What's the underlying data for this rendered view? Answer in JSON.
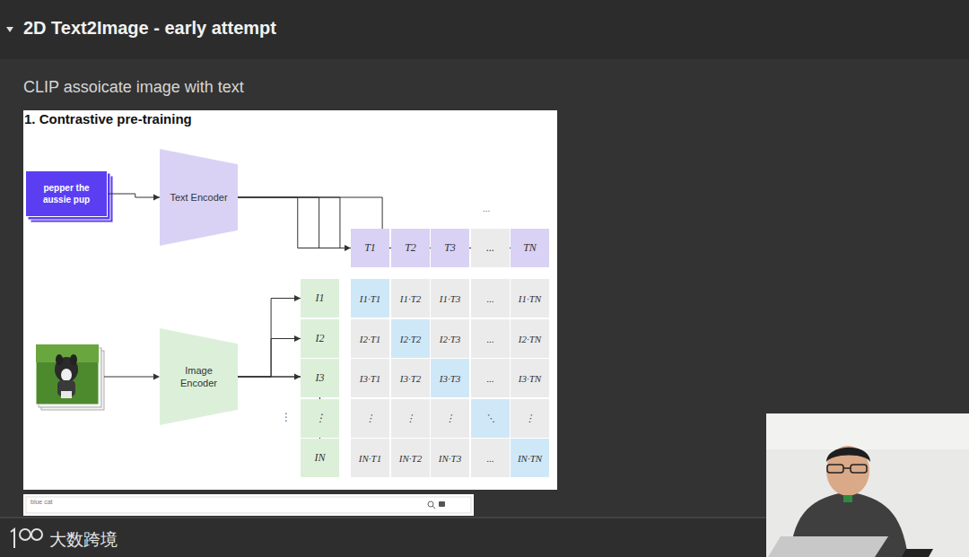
{
  "diagram": {
    "title": "2D Text2Image - early attempt",
    "nodes": [
      {
        "text": [
          "pepper the aussie pup"
        ]
      },
      {
        "text": [
          "Text Encoder"
        ]
      },
      {
        "text": [
          "Image Encoder"
        ]
      },
      {
        "text": [
          "T1"
        ]
      },
      {
        "text": [
          "T2"
        ]
      },
      {
        "text": [
          "T3"
        ]
      },
      {
        "text": [
          "..."
        ]
      },
      {
        "text": [
          "TN"
        ]
      },
      {
        "text": [
          "I1"
        ]
      },
      {
        "text": [
          "I2"
        ]
      },
      {
        "text": [
          "I3"
        ]
      },
      {
        "text": [
          "⋮"
        ]
      },
      {
        "text": [
          "IN"
        ]
      }
    ],
    "edges": [
      {
        "from": 0,
        "to": 1,
        "arrow": "to"
      },
      {
        "from": 1,
        "to": 3,
        "arrow": "to"
      },
      {
        "from": 1,
        "to": 4,
        "arrow": "to"
      },
      {
        "from": 1,
        "to": 5,
        "arrow": "to"
      },
      {
        "from": 1,
        "to": 7,
        "arrow": "to"
      },
      {
        "from": 2,
        "to": 8,
        "arrow": "to"
      },
      {
        "from": 2,
        "to": 9,
        "arrow": "to"
      },
      {
        "from": 2,
        "to": 10,
        "arrow": "to"
      },
      {
        "from": 2,
        "to": 12,
        "arrow": "to"
      }
    ],
    "labels": [
      "CLIP assoicate image with text",
      "1. Contrastive pre-training",
      "...",
      "⋮",
      "I1·T1",
      "I1·T2",
      "I1·T3",
      "...",
      "I1·TN",
      "I2·T1",
      "I2·T2",
      "I2·T3",
      "...",
      "I2·TN",
      "I3·T1",
      "I3·T2",
      "I3·T3",
      "...",
      "I3·TN",
      "⋮",
      "⋮",
      "⋮",
      "⋱",
      "⋮",
      "IN·T1",
      "IN·T2",
      "IN·T3",
      "...",
      "IN·TN",
      "blue cat",
      "大数跨境"
    ]
  }
}
